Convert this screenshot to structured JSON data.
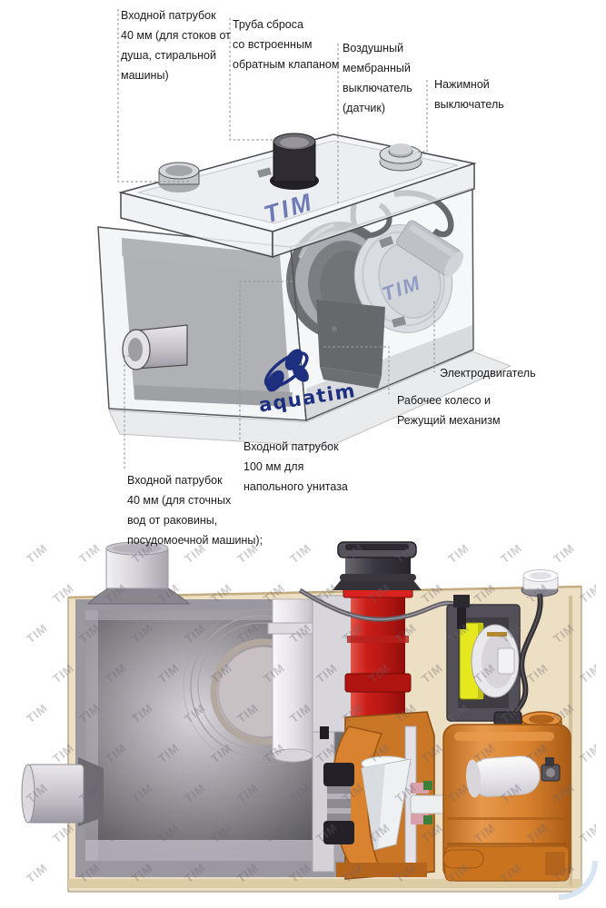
{
  "brand": {
    "logo_text": "aquatim",
    "watermark": "TIM"
  },
  "palette": {
    "red_pipe": "#c61d19",
    "motor_orange": "#d9822f",
    "switch_yellow": "#e6e81f",
    "shell_beige": "#ecdfc3",
    "logo_navy": "#1d2f7e",
    "tim_blue": "#4354a2",
    "chamber_gray": "#cfccd3",
    "chamber_wall": "#9b97a0",
    "leader_gray": "#9a9a9a",
    "watermark_gray": "rgba(105,100,112,0.33)"
  },
  "top_diagram": {
    "lid_watermark": "TIM",
    "motor_watermark": "TIM",
    "logo_text": "aquatim",
    "labels": [
      {
        "id": "inlet-40-top",
        "lines": [
          "Входной патрубок",
          "40 мм (для стоков от",
          "душа, стиральной",
          "машины)"
        ]
      },
      {
        "id": "discharge-pipe",
        "lines": [
          "Труба сброса",
          "со встроенным",
          "обратным клапаном"
        ]
      },
      {
        "id": "air-switch",
        "lines": [
          "Воздушный",
          "мембранный",
          "выключатель",
          "(датчик)"
        ]
      },
      {
        "id": "push-switch",
        "lines": [
          "Нажимной",
          "выключатель"
        ]
      },
      {
        "id": "motor",
        "lines": [
          "Электродвигатель"
        ]
      },
      {
        "id": "impeller",
        "lines": [
          "Рабочее колесо и",
          "Режущий механизм"
        ]
      },
      {
        "id": "inlet-100",
        "lines": [
          "Входной патрубок",
          "100 мм для",
          "напольного унитаза"
        ]
      },
      {
        "id": "inlet-40-bottom",
        "lines": [
          "Входной патрубок",
          "40 мм (для сточных",
          "вод от раковины,",
          "посудомоечной машины);"
        ]
      }
    ]
  },
  "bottom_diagram": {
    "watermark": "TIM"
  }
}
